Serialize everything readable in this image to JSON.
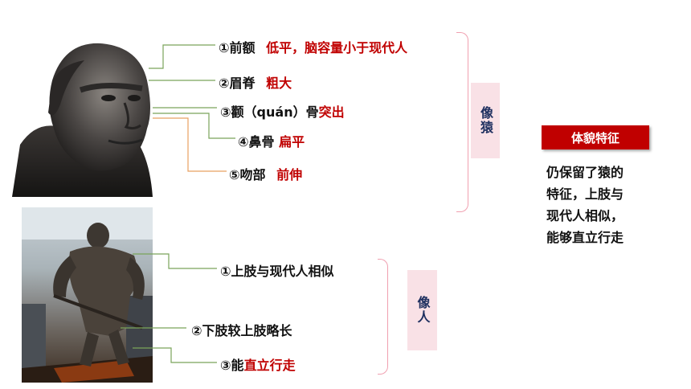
{
  "skull": {
    "features": [
      {
        "label": "①前额",
        "value": "低平，脑容量小于现代人"
      },
      {
        "label": "②眉脊",
        "value": "粗大"
      },
      {
        "label": "③颧（quán）骨",
        "value": "突出"
      },
      {
        "label": "④鼻骨",
        "value": "扁平"
      },
      {
        "label": "⑤吻部",
        "value": "前伸"
      }
    ],
    "group_tag": "像猿"
  },
  "body": {
    "features": [
      {
        "label": "①上肢与现代人相似",
        "value": ""
      },
      {
        "label": "②下肢较上肢略长",
        "value": ""
      },
      {
        "label": "③能",
        "value": "直立行走"
      }
    ],
    "group_tag": "像人"
  },
  "summary": {
    "badge": "体貌特征",
    "lines": [
      "仍保留了猿的",
      "特征，上肢与",
      "现代人相似，",
      "能够直立行走"
    ]
  },
  "colors": {
    "accent_red": "#c00000",
    "tag_bg": "#f9e1e6",
    "tag_text": "#1f3060"
  }
}
